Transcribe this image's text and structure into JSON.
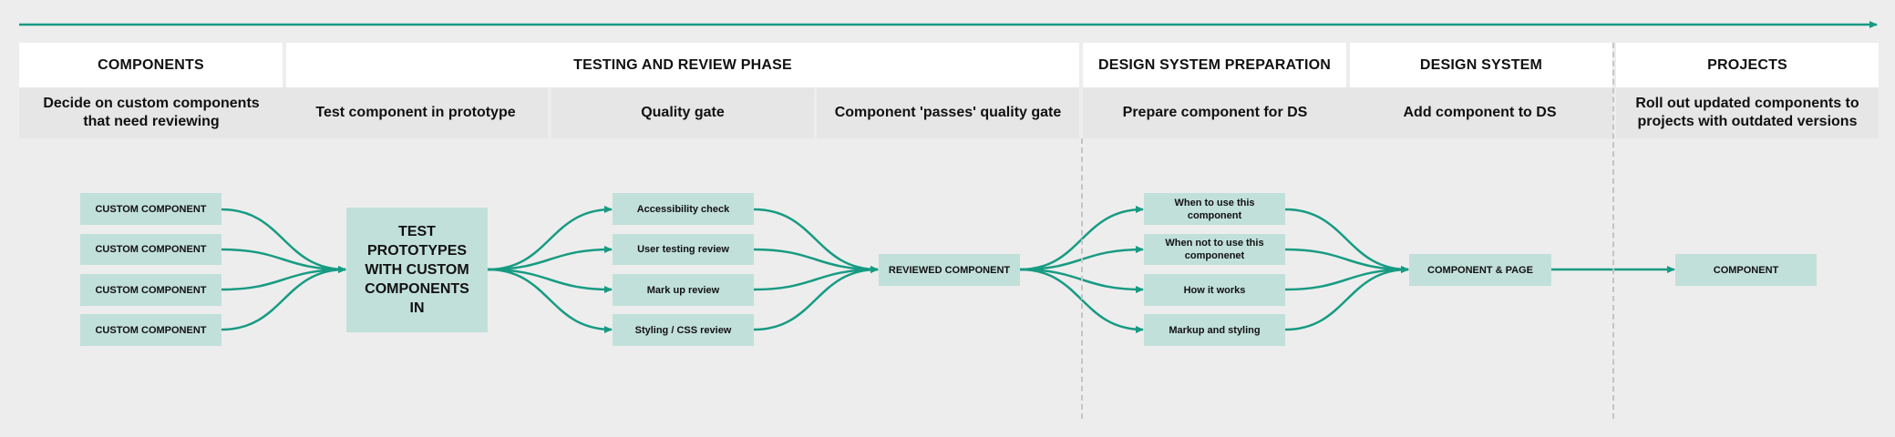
{
  "colors": {
    "accent": "#179b83",
    "node_fill": "#c2e0da",
    "header_bg": "#ffffff",
    "step_bg": "#e6e6e6",
    "canvas": "#ededed"
  },
  "phases": [
    "COMPONENTS",
    "TESTING AND REVIEW PHASE",
    "DESIGN SYSTEM PREPARATION",
    "DESIGN SYSTEM",
    "PROJECTS"
  ],
  "steps": [
    "Decide on custom components that need reviewing",
    "Test component in prototype",
    "Quality gate",
    "Component 'passes' quality gate",
    "Prepare component for DS",
    "Add component to DS",
    "Roll out updated components to projects with outdated versions"
  ],
  "nodes": {
    "custom": [
      "CUSTOM COMPONENT",
      "CUSTOM COMPONENT",
      "CUSTOM COMPONENT",
      "CUSTOM COMPONENT"
    ],
    "test": "TEST PROTOTYPES WITH CUSTOM COMPONENTS IN",
    "checks": [
      "Accessibility check",
      "User testing review",
      "Mark up review",
      "Styling / CSS review"
    ],
    "reviewed": "REVIEWED COMPONENT",
    "docs": [
      "When to use this component",
      "When not to use this componenet",
      "How it works",
      "Markup and styling"
    ],
    "component_page": "COMPONENT & PAGE",
    "component": "COMPONENT"
  }
}
